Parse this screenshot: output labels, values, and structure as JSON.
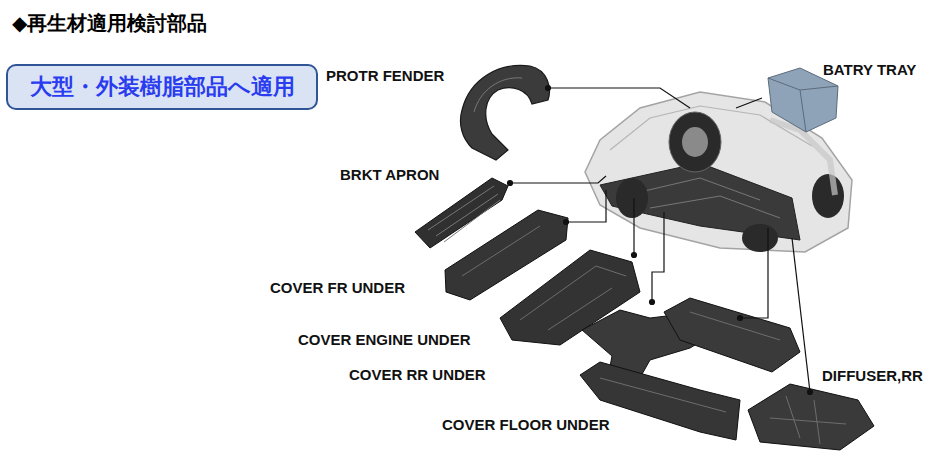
{
  "diagram": {
    "title": "◆再生材適用検討部品",
    "nodes": [
      {
        "text": [
          "大型・外装樹脂部品へ適用"
        ]
      }
    ],
    "labels": [
      "PROTR FENDER",
      "BATRY TRAY",
      "BRKT APRON",
      "COVER FR UNDER",
      "COVER ENGINE UNDER",
      "COVER RR UNDER",
      "COVER FLOOR UNDER",
      "DIFFUSER,RR"
    ]
  }
}
